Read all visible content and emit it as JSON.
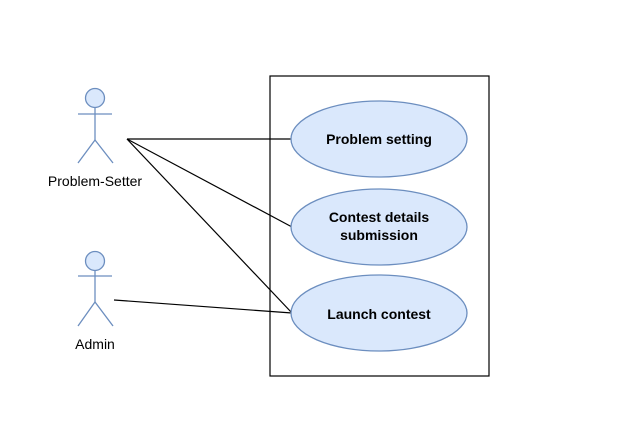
{
  "actors": [
    {
      "id": "problem-setter",
      "label": "Problem-Setter"
    },
    {
      "id": "admin",
      "label": "Admin"
    }
  ],
  "use_cases": [
    {
      "id": "problem-setting",
      "lines": [
        "Problem setting"
      ]
    },
    {
      "id": "contest-details-submission",
      "lines": [
        "Contest details",
        "submission"
      ]
    },
    {
      "id": "launch-contest",
      "lines": [
        "Launch contest"
      ]
    }
  ],
  "associations": [
    {
      "from": "problem-setter",
      "to": "problem-setting"
    },
    {
      "from": "problem-setter",
      "to": "contest-details-submission"
    },
    {
      "from": "problem-setter",
      "to": "launch-contest"
    },
    {
      "from": "admin",
      "to": "launch-contest"
    }
  ],
  "colors": {
    "fill": "#dae8fc",
    "stroke": "#6c8ebf",
    "line": "#000000"
  }
}
